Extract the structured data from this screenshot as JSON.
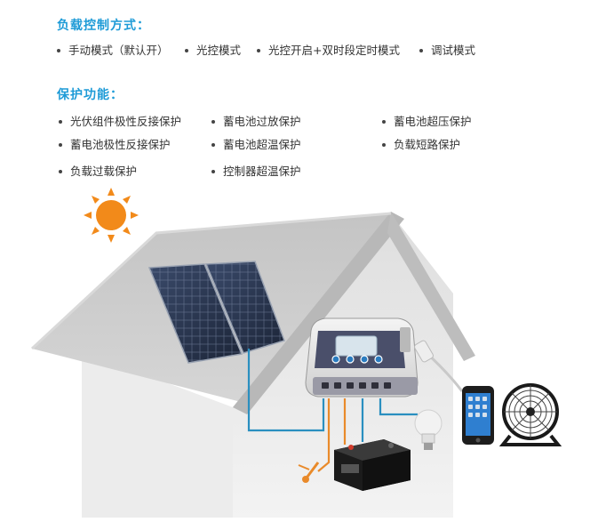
{
  "load_control": {
    "title": "负载控制方式：",
    "items": [
      "手动模式（默认开）",
      "光控模式",
      "光控开启+双时段定时模式",
      "调试模式"
    ]
  },
  "protection": {
    "title": "保护功能：",
    "items": [
      "光伏组件极性反接保护",
      "蓄电池过放保护",
      "蓄电池超压保护",
      "蓄电池极性反接保护",
      "蓄电池超温保护",
      "负载短路保护",
      "负载过载保护",
      "控制器超温保护"
    ]
  },
  "colors": {
    "accent": "#1e9bd7",
    "sun": "#f08a1c",
    "wire_blue": "#2a8fc0",
    "wire_orange": "#e98a2a"
  },
  "illustration": {
    "icons": [
      "sun-icon",
      "solar-panel",
      "solar-charge-controller",
      "battery",
      "light-bulb",
      "smartphone",
      "fan",
      "temperature-sensor"
    ]
  }
}
